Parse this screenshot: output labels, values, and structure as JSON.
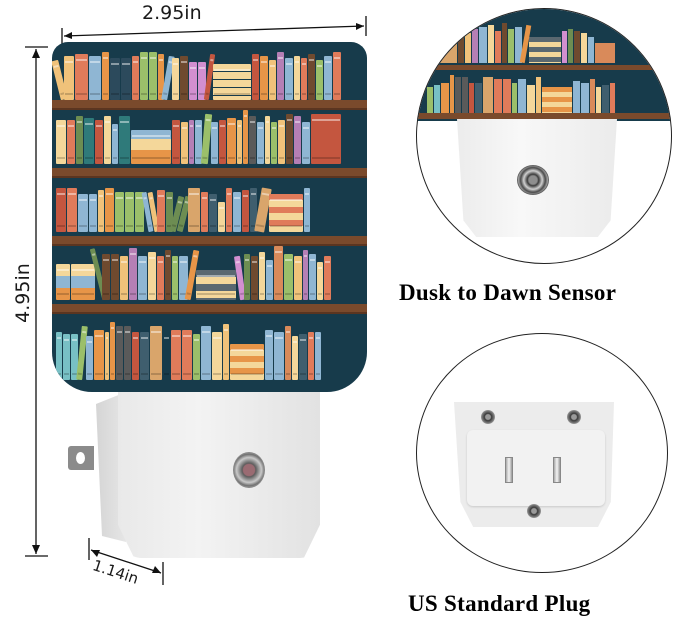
{
  "dimensions": {
    "width": "2.95in",
    "height": "4.95in",
    "depth": "1.14in"
  },
  "captions": {
    "sensor": "Dusk to Dawn Sensor",
    "plug": "US Standard Plug"
  },
  "colors": {
    "shelf_background": "#173b4b",
    "shelf_board": "#7a4a2c",
    "device_white": "#ececec",
    "book_palette": [
      "#e07b5a",
      "#f0c27a",
      "#8fb6d3",
      "#9bbf6a",
      "#c4563f",
      "#d9a56b",
      "#b57fb5",
      "#3f5e6e",
      "#f4d79a",
      "#e79548",
      "#6f4a2f",
      "#6d8d52"
    ]
  },
  "product": {
    "name": "bookshelf night light",
    "features": [
      "dusk-to-dawn light sensor",
      "US standard two-prong plug"
    ]
  }
}
